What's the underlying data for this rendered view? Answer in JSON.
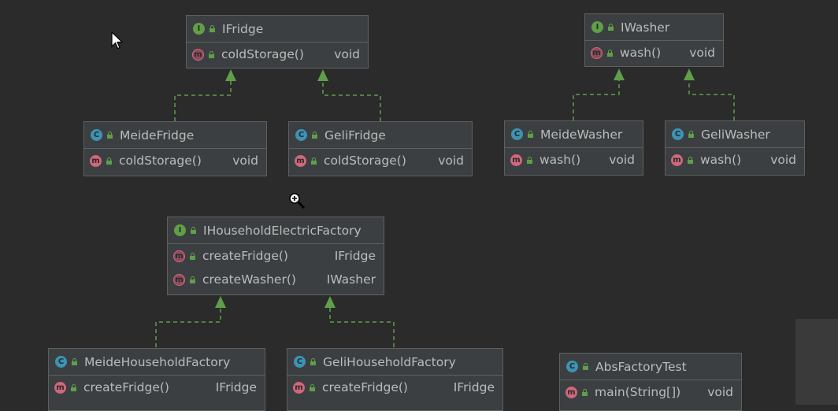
{
  "colors": {
    "background": "#2b2b2b",
    "node_fill": "#3c3f41",
    "node_border": "#5e6060",
    "edge": "#5f9e4a",
    "interface_badge": "#5fa047",
    "class_badge": "#3c93b3",
    "method_badge": "#d0677d"
  },
  "nodes": {
    "ifridge": {
      "kind": "I",
      "name": "IFridge",
      "methods": [
        {
          "name": "coldStorage()",
          "ret": "void"
        }
      ]
    },
    "iwasher": {
      "kind": "I",
      "name": "IWasher",
      "methods": [
        {
          "name": "wash()",
          "ret": "void"
        }
      ]
    },
    "meide_fridge": {
      "kind": "C",
      "name": "MeideFridge",
      "methods": [
        {
          "name": "coldStorage()",
          "ret": "void"
        }
      ]
    },
    "geli_fridge": {
      "kind": "C",
      "name": "GeliFridge",
      "methods": [
        {
          "name": "coldStorage()",
          "ret": "void"
        }
      ]
    },
    "meide_washer": {
      "kind": "C",
      "name": "MeideWasher",
      "methods": [
        {
          "name": "wash()",
          "ret": "void"
        }
      ]
    },
    "geli_washer": {
      "kind": "C",
      "name": "GeliWasher",
      "methods": [
        {
          "name": "wash()",
          "ret": "void"
        }
      ]
    },
    "ihousehold": {
      "kind": "I",
      "name": "IHouseholdElectricFactory",
      "methods": [
        {
          "name": "createFridge()",
          "ret": "IFridge"
        },
        {
          "name": "createWasher()",
          "ret": "IWasher"
        }
      ]
    },
    "meide_factory": {
      "kind": "C",
      "name": "MeideHouseholdFactory",
      "methods": [
        {
          "name": "createFridge()",
          "ret": "IFridge"
        }
      ]
    },
    "geli_factory": {
      "kind": "C",
      "name": "GeliHouseholdFactory",
      "methods": [
        {
          "name": "createFridge()",
          "ret": "IFridge"
        }
      ]
    },
    "test": {
      "kind": "C",
      "name": "AbsFactoryTest",
      "methods": [
        {
          "name": "main(String[])",
          "ret": "void"
        }
      ]
    }
  },
  "edges": [
    {
      "from": "meide_fridge",
      "to": "ifridge",
      "style": "dashed",
      "arrow": "triangle"
    },
    {
      "from": "geli_fridge",
      "to": "ifridge",
      "style": "dashed",
      "arrow": "triangle"
    },
    {
      "from": "meide_washer",
      "to": "iwasher",
      "style": "dashed",
      "arrow": "triangle"
    },
    {
      "from": "geli_washer",
      "to": "iwasher",
      "style": "dashed",
      "arrow": "triangle"
    },
    {
      "from": "meide_factory",
      "to": "ihousehold",
      "style": "dashed",
      "arrow": "triangle"
    },
    {
      "from": "geli_factory",
      "to": "ihousehold",
      "style": "dashed",
      "arrow": "triangle"
    }
  ]
}
